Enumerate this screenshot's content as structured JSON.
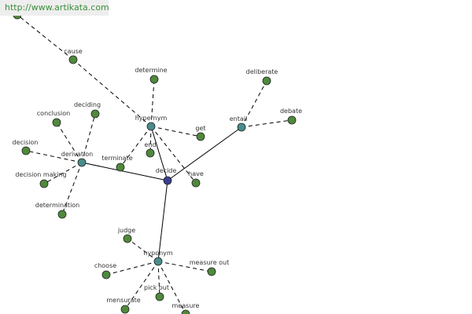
{
  "watermark": "http://www.artikata.com",
  "colors": {
    "root": "#3a3f8c",
    "hub": "#4a8c8c",
    "leaf": "#4f8a3c",
    "edge": "#000000",
    "text": "#333333"
  },
  "nodes": [
    {
      "id": "decide",
      "label": "decide",
      "kind": "root"
    },
    {
      "id": "hypernym",
      "label": "hypernym",
      "kind": "hub"
    },
    {
      "id": "entail",
      "label": "entail",
      "kind": "hub"
    },
    {
      "id": "derivation",
      "label": "derivation",
      "kind": "hub"
    },
    {
      "id": "hyponym",
      "label": "hyponym",
      "kind": "hub"
    },
    {
      "id": "n_top",
      "label": "",
      "kind": "leaf"
    },
    {
      "id": "cause",
      "label": "cause",
      "kind": "leaf"
    },
    {
      "id": "determine",
      "label": "determine",
      "kind": "leaf"
    },
    {
      "id": "get",
      "label": "get",
      "kind": "leaf"
    },
    {
      "id": "end",
      "label": "end",
      "kind": "leaf"
    },
    {
      "id": "terminate",
      "label": "terminate",
      "kind": "leaf"
    },
    {
      "id": "have",
      "label": "have",
      "kind": "leaf"
    },
    {
      "id": "deliberate",
      "label": "deliberate",
      "kind": "leaf"
    },
    {
      "id": "debate",
      "label": "debate",
      "kind": "leaf"
    },
    {
      "id": "conclusion",
      "label": "conclusion",
      "kind": "leaf"
    },
    {
      "id": "deciding",
      "label": "deciding",
      "kind": "leaf"
    },
    {
      "id": "decision",
      "label": "decision",
      "kind": "leaf"
    },
    {
      "id": "decision_making",
      "label": "decision making",
      "kind": "leaf"
    },
    {
      "id": "determination",
      "label": "determination",
      "kind": "leaf"
    },
    {
      "id": "judge",
      "label": "judge",
      "kind": "leaf"
    },
    {
      "id": "choose",
      "label": "choose",
      "kind": "leaf"
    },
    {
      "id": "measure_out",
      "label": "measure out",
      "kind": "leaf"
    },
    {
      "id": "pick_out",
      "label": "pick out",
      "kind": "leaf"
    },
    {
      "id": "mensurate",
      "label": "mensurate",
      "kind": "leaf"
    },
    {
      "id": "measure",
      "label": "measure",
      "kind": "leaf"
    }
  ],
  "edges": [
    {
      "from": "decide",
      "to": "hypernym",
      "style": "solid"
    },
    {
      "from": "decide",
      "to": "entail",
      "style": "solid"
    },
    {
      "from": "decide",
      "to": "derivation",
      "style": "solid"
    },
    {
      "from": "decide",
      "to": "hyponym",
      "style": "solid"
    },
    {
      "from": "hypernym",
      "to": "cause",
      "style": "dashed"
    },
    {
      "from": "cause",
      "to": "n_top",
      "style": "dashed"
    },
    {
      "from": "hypernym",
      "to": "determine",
      "style": "dashed"
    },
    {
      "from": "hypernym",
      "to": "get",
      "style": "dashed"
    },
    {
      "from": "hypernym",
      "to": "end",
      "style": "dashed"
    },
    {
      "from": "hypernym",
      "to": "terminate",
      "style": "dashed"
    },
    {
      "from": "hypernym",
      "to": "have",
      "style": "dashed"
    },
    {
      "from": "entail",
      "to": "deliberate",
      "style": "dashed"
    },
    {
      "from": "entail",
      "to": "debate",
      "style": "dashed"
    },
    {
      "from": "derivation",
      "to": "conclusion",
      "style": "dashed"
    },
    {
      "from": "derivation",
      "to": "deciding",
      "style": "dashed"
    },
    {
      "from": "derivation",
      "to": "decision",
      "style": "dashed"
    },
    {
      "from": "derivation",
      "to": "decision_making",
      "style": "dashed"
    },
    {
      "from": "derivation",
      "to": "determination",
      "style": "dashed"
    },
    {
      "from": "hyponym",
      "to": "judge",
      "style": "dashed"
    },
    {
      "from": "hyponym",
      "to": "choose",
      "style": "dashed"
    },
    {
      "from": "hyponym",
      "to": "measure_out",
      "style": "dashed"
    },
    {
      "from": "hyponym",
      "to": "pick_out",
      "style": "dashed"
    },
    {
      "from": "hyponym",
      "to": "mensurate",
      "style": "dashed"
    },
    {
      "from": "hyponym",
      "to": "measure",
      "style": "dashed"
    }
  ]
}
